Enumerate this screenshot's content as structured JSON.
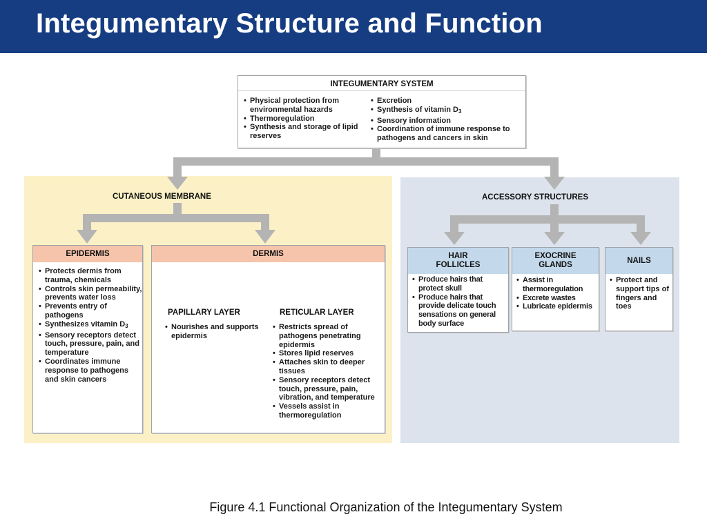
{
  "slide": {
    "title": "Integumentary Structure and Function",
    "caption": "Figure 4.1  Functional Organization of the Integumentary System"
  },
  "colors": {
    "title_bar": "#163d82",
    "cutaneous_region": "#fcf1c6",
    "accessory_region": "#dde3ed",
    "connector_arrows": "#b4b4b4",
    "skin_layer_header": "#f6c4aa",
    "accessory_header": "#c3d9eb"
  },
  "system": {
    "title": "INTEGUMENTARY SYSTEM",
    "left_items": [
      "Physical protection from environmental hazards",
      "Thermoregulation",
      "Synthesis and storage of lipid reserves"
    ],
    "right_items": {
      "excretion": "Excretion",
      "vitamin_prefix": "Synthesis of vitamin D",
      "vitamin_subscript": "3",
      "sensory": "Sensory information",
      "immune": "Coordination of immune response to pathogens and cancers in skin"
    }
  },
  "cutaneous": {
    "title": "CUTANEOUS MEMBRANE",
    "epidermis": {
      "title": "EPIDERMIS",
      "items": {
        "protects": "Protects dermis from trauma, chemicals",
        "controls": "Controls skin permeability, prevents water loss",
        "prevents_entry": "Prevents entry of pathogens",
        "synth_prefix": "Synthesizes vitamin D",
        "synth_subscript": "3",
        "receptors": "Sensory receptors detect touch, pressure, pain, and temperature",
        "immune": "Coordinates immune response to pathogens and skin cancers"
      }
    },
    "dermis": {
      "title": "DERMIS",
      "papillary": {
        "title": "PAPILLARY LAYER",
        "items": [
          "Nourishes and supports epidermis"
        ]
      },
      "reticular": {
        "title": "RETICULAR LAYER",
        "items": [
          "Restricts spread of pathogens penetrating epidermis",
          "Stores lipid reserves",
          "Attaches skin to deeper tissues",
          "Sensory receptors detect touch, pressure, pain, vibration, and temperature",
          "Vessels assist in thermoregulation"
        ]
      }
    }
  },
  "accessory": {
    "title": "ACCESSORY STRUCTURES",
    "hair": {
      "title_line1": "HAIR",
      "title_line2": "FOLLICLES",
      "items": [
        "Produce hairs that protect skull",
        "Produce hairs that provide delicate touch sensations on general body surface"
      ]
    },
    "glands": {
      "title_line1": "EXOCRINE",
      "title_line2": "GLANDS",
      "items": [
        "Assist in thermoregulation",
        "Excrete wastes",
        "Lubricate epidermis"
      ]
    },
    "nails": {
      "title": "NAILS",
      "items": [
        "Protect and support tips of fingers and toes"
      ]
    }
  }
}
